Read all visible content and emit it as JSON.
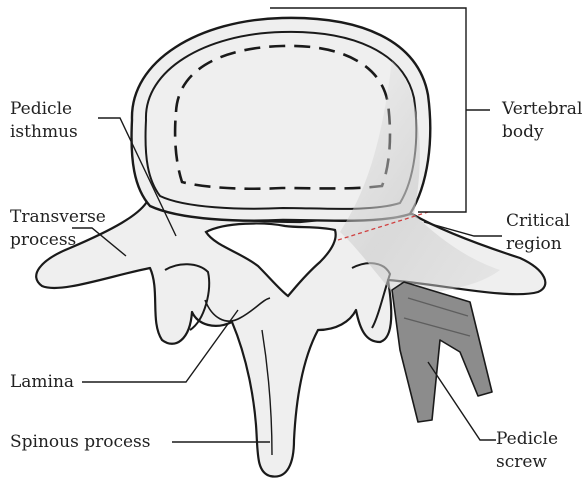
{
  "labels": {
    "vertebral_body": [
      "Vertebral",
      "body"
    ],
    "pedicle_isthmus": [
      "Pedicle",
      "isthmus"
    ],
    "transverse_process": [
      "Transverse",
      "process"
    ],
    "critical_region": [
      "Critical",
      "region"
    ],
    "lamina": "Lamina",
    "spinous_process": "Spinous process",
    "pedicle_screw": [
      "Pedicle",
      "screw"
    ]
  },
  "colors": {
    "outline": "#1a1a1a",
    "bone_fill": "#efefef",
    "stress_shade": "#cfcfcf",
    "screw_fill": "#8c8c8c",
    "critical_line": "#d04040"
  }
}
